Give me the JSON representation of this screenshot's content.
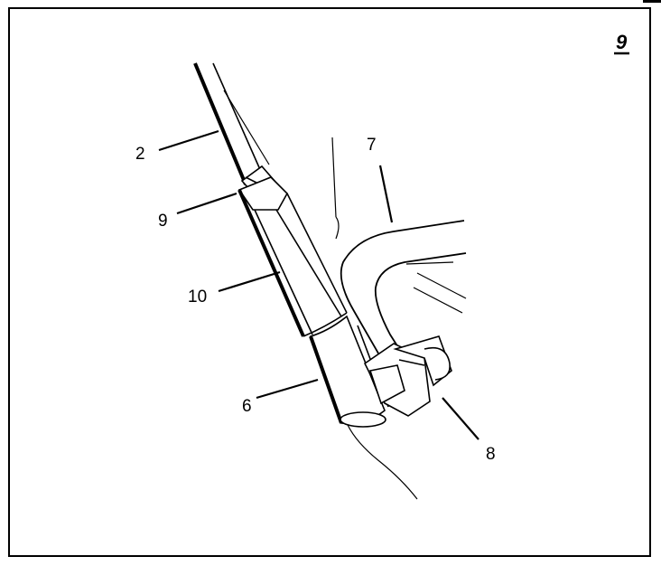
{
  "figure": {
    "number": "9"
  },
  "callouts": {
    "c2": "2",
    "c7": "7",
    "c9": "9",
    "c10": "10",
    "c6": "6",
    "c8": "8"
  },
  "colors": {
    "ink": "#000000",
    "paper": "#ffffff"
  }
}
